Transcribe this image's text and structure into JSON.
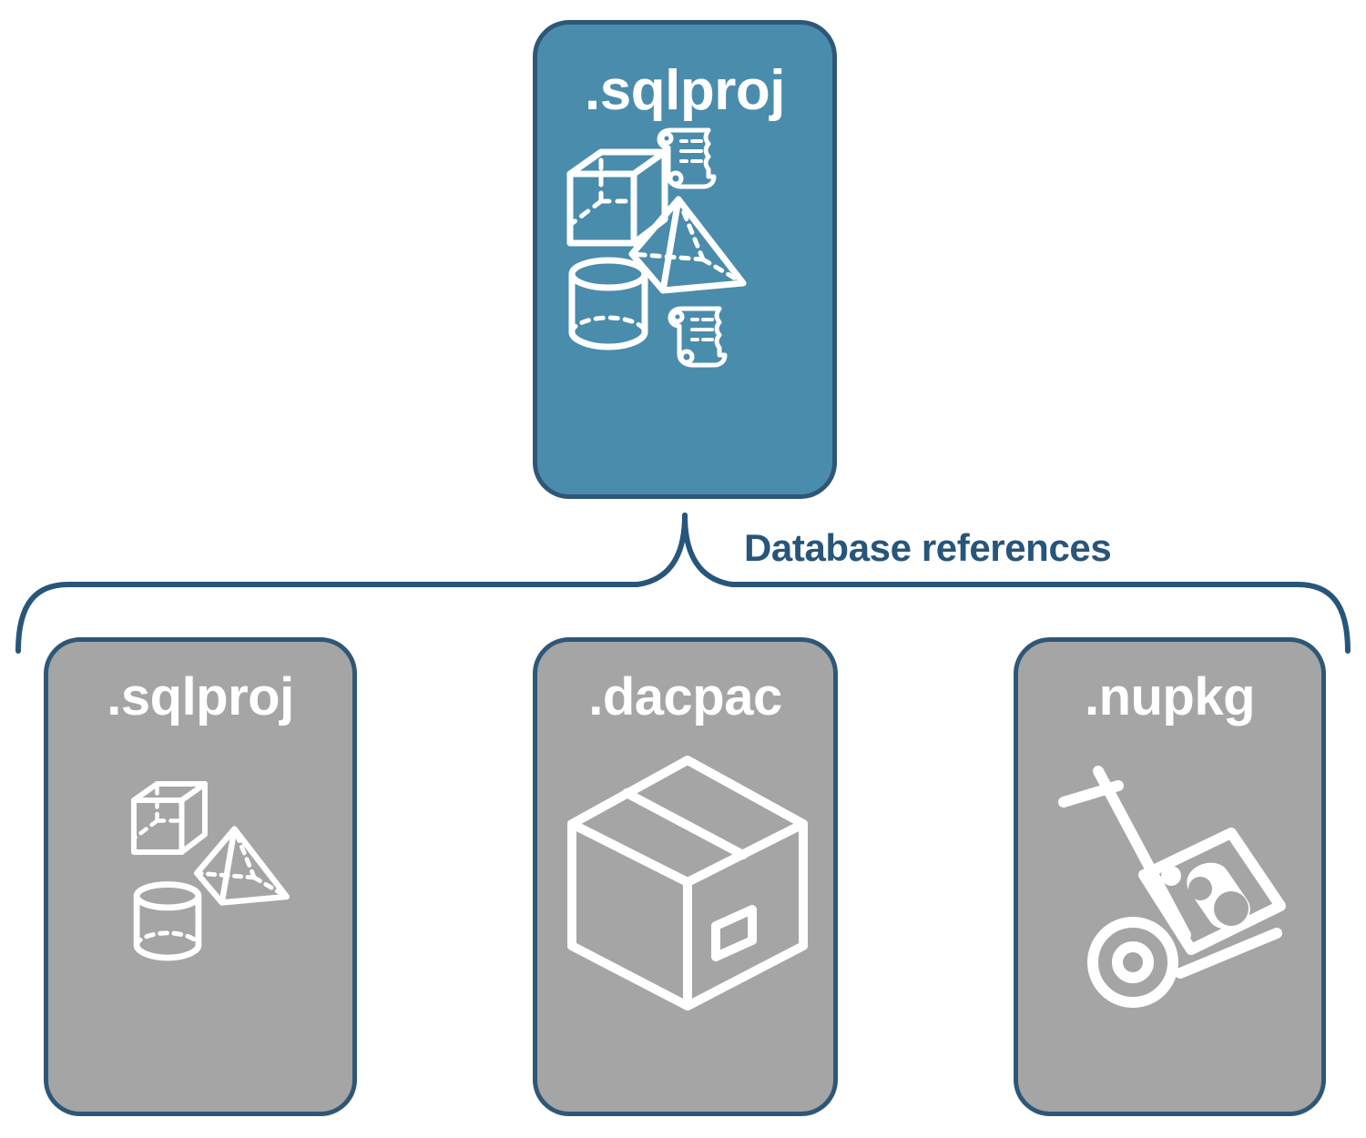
{
  "diagram": {
    "type": "hierarchy-brace",
    "title_visible": false,
    "colors": {
      "primary_card_fill": "#4A8CAC",
      "secondary_card_fill": "#A5A5A5",
      "card_border": "#2E5777",
      "brace_stroke": "#28557A",
      "label_text": "#28557A",
      "card_title_text": "#FFFFFF",
      "icon_stroke": "#FFFFFF",
      "background": "#FFFFFF"
    }
  },
  "root_card": {
    "title": ".sqlproj",
    "role": "primary",
    "icons": [
      "cube-wireframe-icon",
      "scroll-icon",
      "pyramid-wireframe-icon",
      "cylinder-wireframe-icon",
      "scroll-icon"
    ]
  },
  "connector": {
    "label": "Database references",
    "shape": "curly-brace",
    "direction": "one-to-many"
  },
  "reference_cards": [
    {
      "title": ".sqlproj",
      "role": "secondary",
      "icons": [
        "cube-wireframe-icon",
        "pyramid-wireframe-icon",
        "cylinder-wireframe-icon"
      ]
    },
    {
      "title": ".dacpac",
      "role": "secondary",
      "icons": [
        "package-box-icon"
      ]
    },
    {
      "title": ".nupkg",
      "role": "secondary",
      "icons": [
        "hand-truck-nuget-package-icon"
      ]
    }
  ]
}
